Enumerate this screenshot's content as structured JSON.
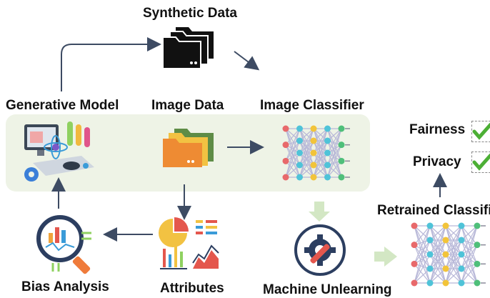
{
  "labels": {
    "synthetic_data": "Synthetic Data",
    "generative_model": "Generative Model",
    "image_data": "Image Data",
    "image_classifier": "Image Classifier",
    "bias_analysis": "Bias Analysis",
    "attributes": "Attributes",
    "machine_unlearning": "Machine Unlearning",
    "retrained_classifier": "Retrained Classifi",
    "fairness": "Fairness",
    "privacy": "Privacy"
  },
  "colors": {
    "panel": "#eef3e6",
    "arrow": "#3d4b63",
    "check": "#4caf35",
    "node_red": "#e8696b",
    "node_cyan": "#4fc3d8",
    "node_yellow": "#f2c43a",
    "node_green": "#4fbf7a",
    "edge": "#b8b8d8"
  },
  "icons": {
    "synthetic_data": "folder-stack-icon",
    "generative_model": "computer-lab-icon",
    "image_data": "folder-stack-icon",
    "image_classifier": "neural-network-icon",
    "bias_analysis": "magnifier-chart-icon",
    "attributes": "charts-collection-icon",
    "machine_unlearning": "gear-wrench-icon",
    "retrained_classifier": "neural-network-icon",
    "fairness_check": "check-icon",
    "privacy_check": "check-icon"
  }
}
